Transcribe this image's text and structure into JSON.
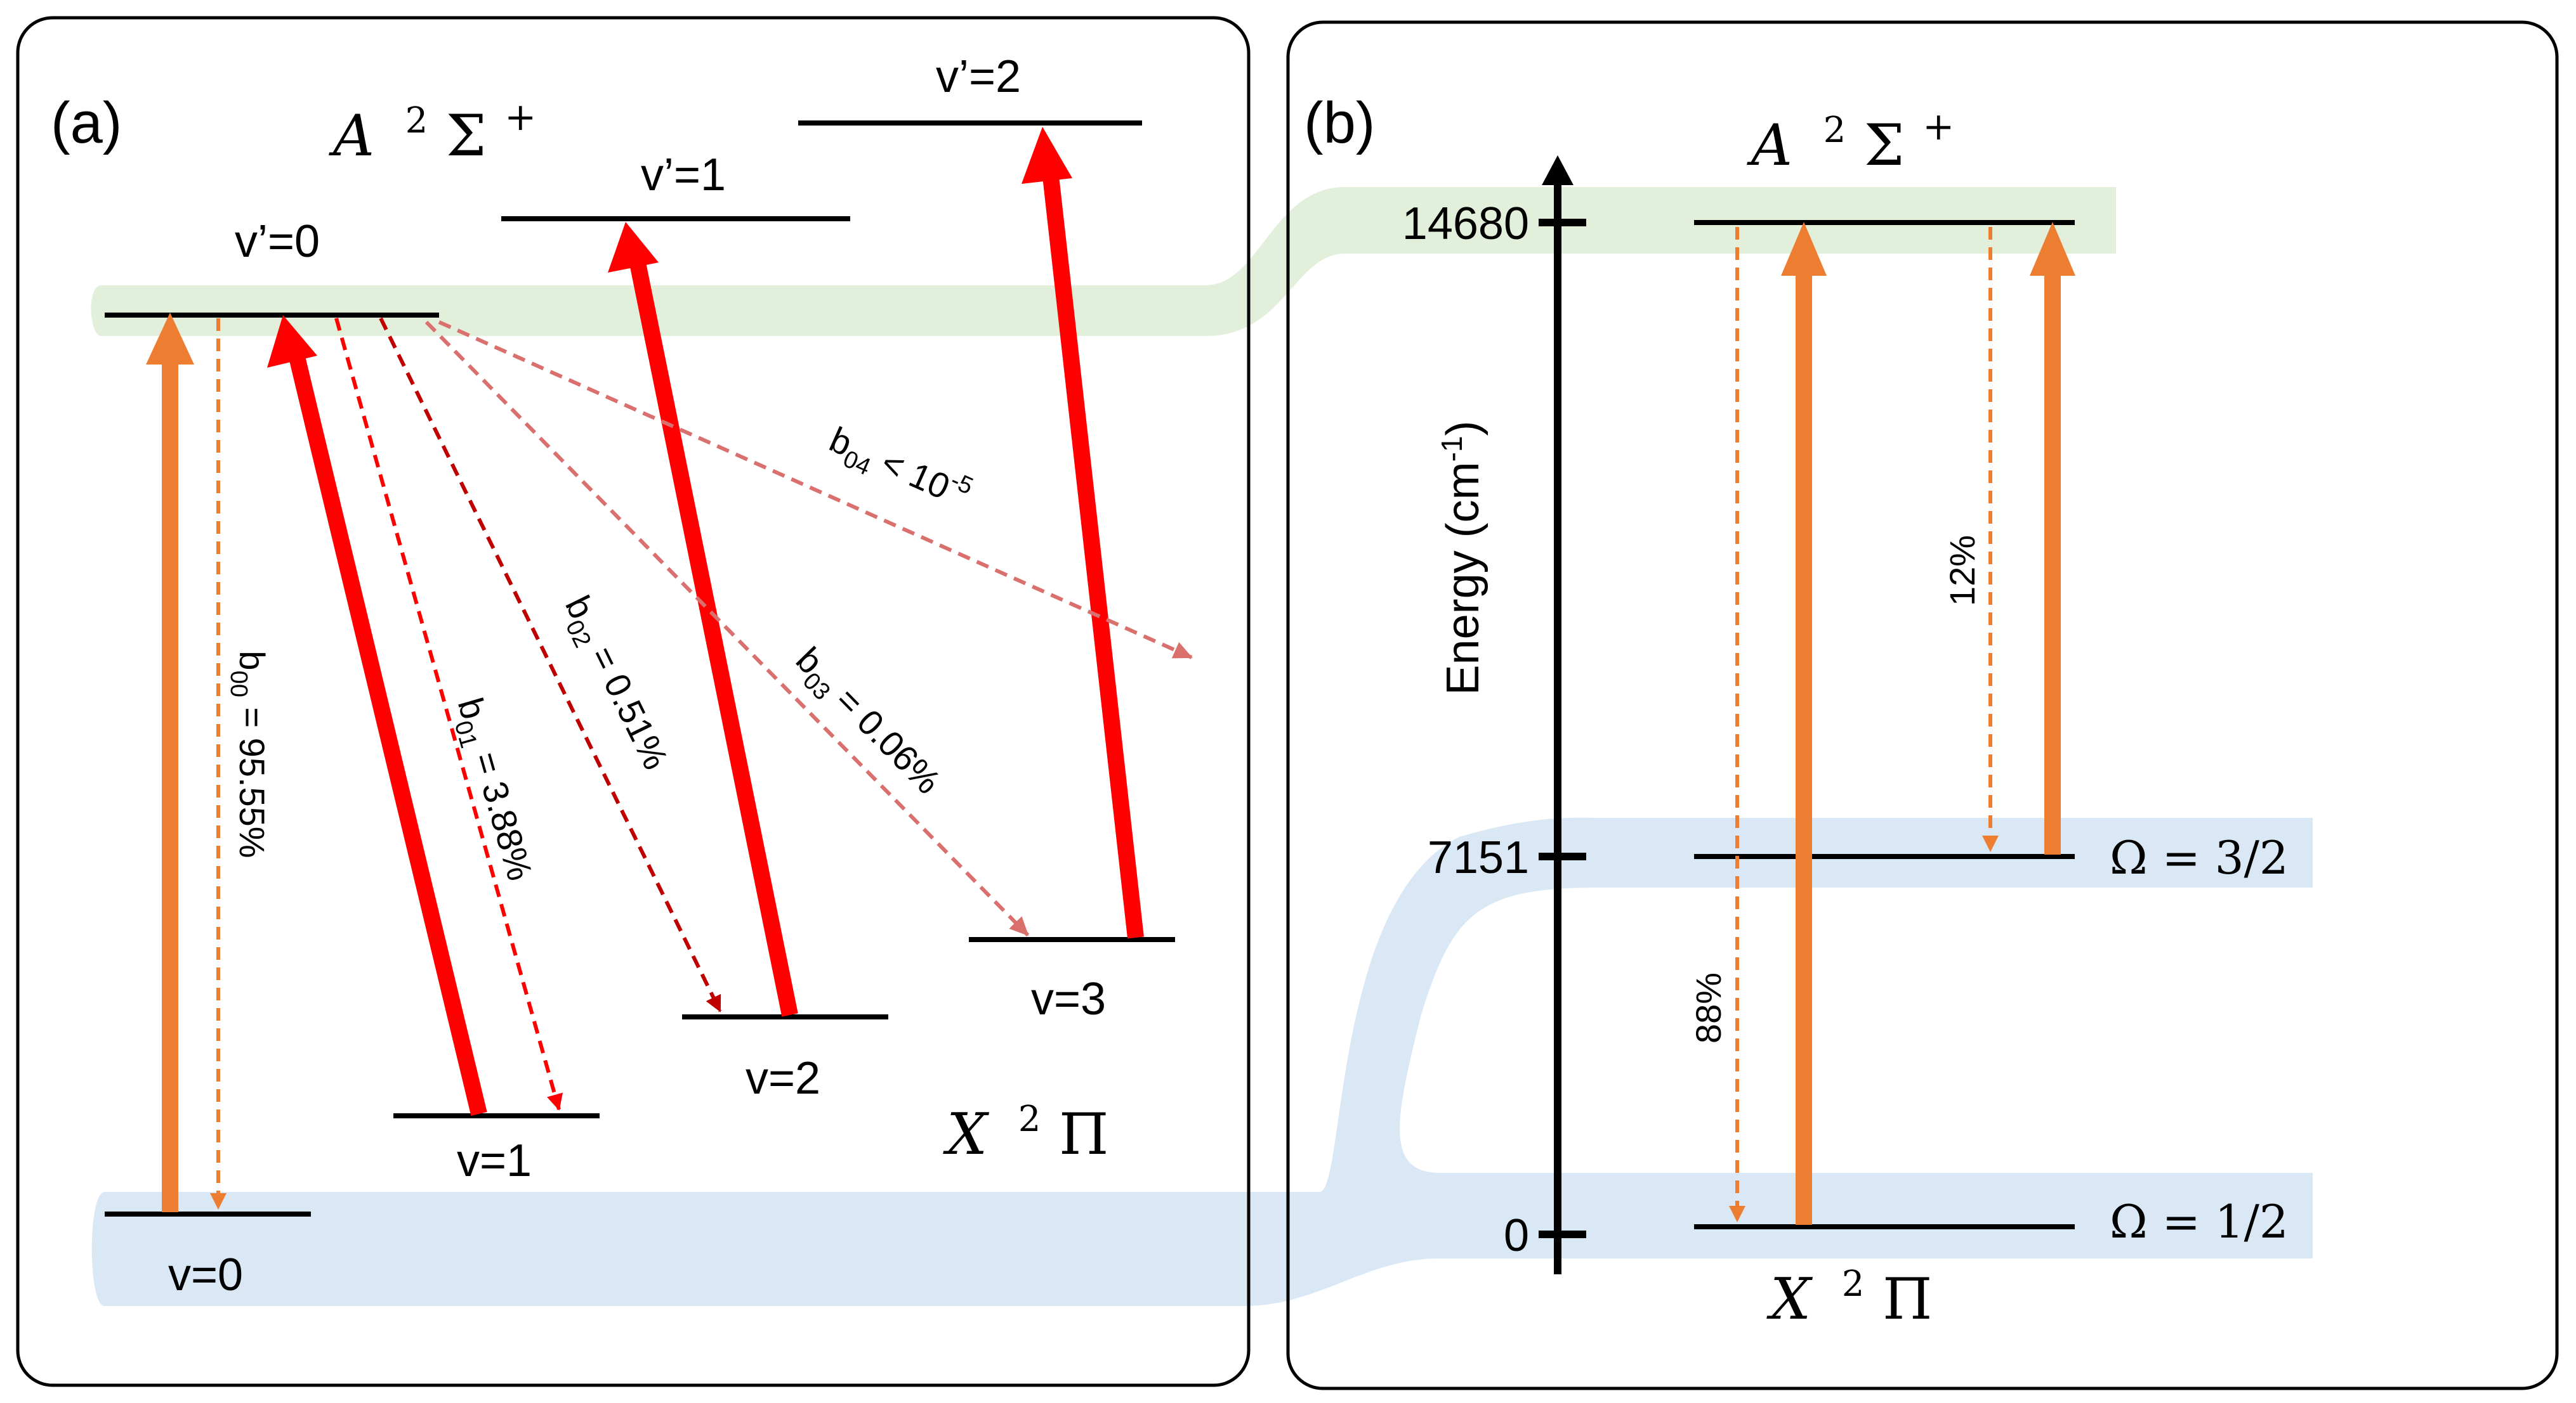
{
  "colors": {
    "laser_red": "#ff0000",
    "laser_orange": "#ed7d31",
    "decay_dark_red": "#c00000",
    "decay_pink": "#d9706e",
    "band_green": "#e2efda",
    "band_blue": "#dae8f5",
    "line_black": "#000000"
  },
  "panel_a": {
    "tag": "(a)",
    "upper_state": {
      "letter": "A",
      "sup": "2",
      "sym": "Σ",
      "supplus": "+"
    },
    "lower_state": {
      "letter": "X",
      "sup": "2",
      "sym": "Π"
    },
    "upper_levels": [
      "v’=0",
      "v’=1",
      "v’=2"
    ],
    "lower_levels": [
      "v=0",
      "v=1",
      "v=2",
      "v=3"
    ],
    "b00": {
      "base": "b",
      "sub": "00",
      "text": " = 95.55%"
    },
    "b01": {
      "base": "b",
      "sub": "01",
      "text": " = 3.88%"
    },
    "b02": {
      "base": "b",
      "sub": "02",
      "text": " = 0.51%"
    },
    "b03": {
      "base": "b",
      "sub": "03",
      "text": " = 0.06%"
    },
    "b04": {
      "base": "b",
      "sub": "04",
      "mid": " < 10",
      "exp": "-5"
    }
  },
  "panel_b": {
    "tag": "(b)",
    "upper_state": {
      "letter": "A",
      "sup": "2",
      "sym": "Σ",
      "supplus": "+"
    },
    "lower_state": {
      "letter": "X",
      "sup": "2",
      "sym": "Π"
    },
    "axis_label": {
      "text": "Energy (cm",
      "exp": "-1",
      "close": ")"
    },
    "ticks": [
      "14680",
      "7151",
      "0"
    ],
    "omega_upper": "Ω = 3/2",
    "omega_lower": "Ω = 1/2",
    "pct_88": "88%",
    "pct_12": "12%"
  }
}
